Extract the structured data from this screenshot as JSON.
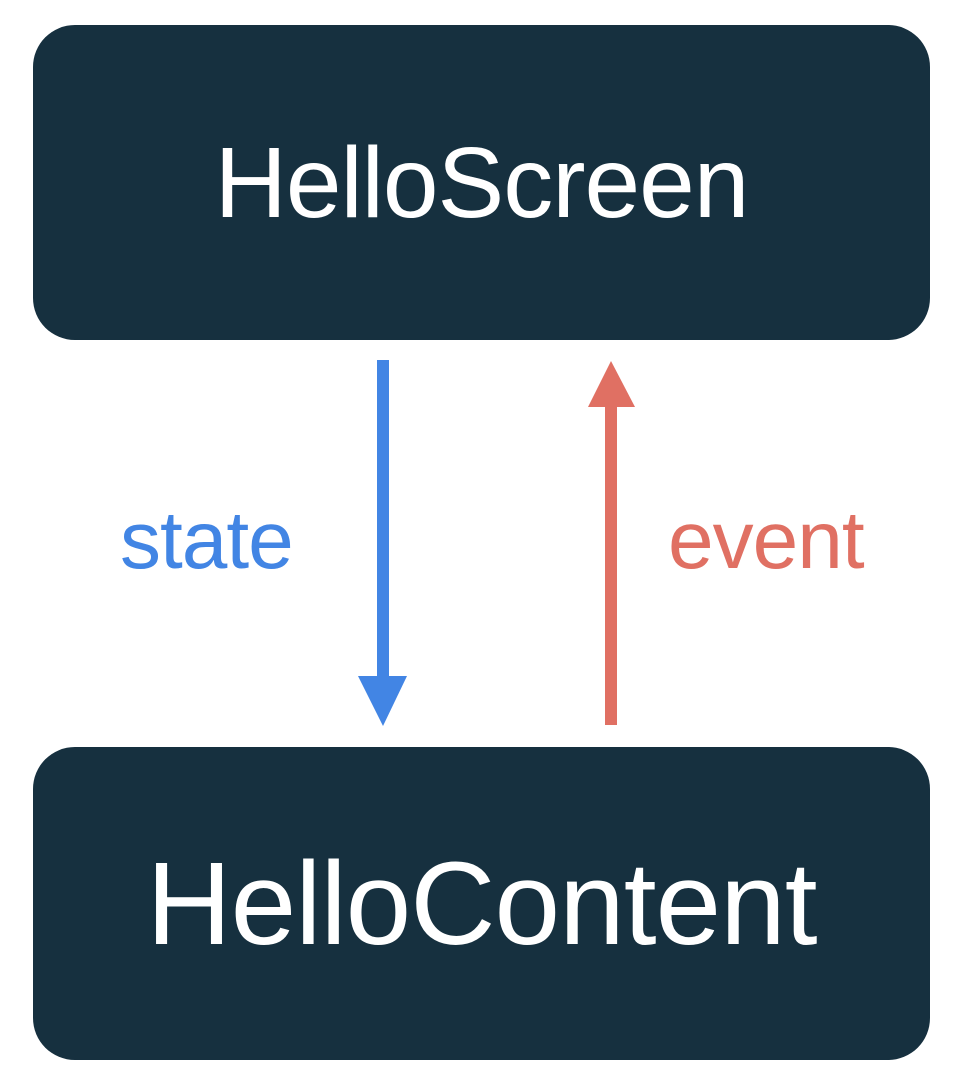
{
  "diagram": {
    "type": "unidirectional-data-flow",
    "background_color": "#ffffff",
    "nodes": [
      {
        "id": "hello-screen",
        "label": "HelloScreen",
        "fill_color": "#16303F",
        "text_color": "#ffffff",
        "shape": "rounded-rectangle"
      },
      {
        "id": "hello-content",
        "label": "HelloContent",
        "fill_color": "#16303F",
        "text_color": "#ffffff",
        "shape": "rounded-rectangle"
      }
    ],
    "edges": [
      {
        "id": "state-edge",
        "label": "state",
        "color": "#4285E4",
        "from": "HelloScreen",
        "to": "HelloContent",
        "direction": "down"
      },
      {
        "id": "event-edge",
        "label": "event",
        "color": "#E07063",
        "from": "HelloContent",
        "to": "HelloScreen",
        "direction": "up"
      }
    ]
  }
}
